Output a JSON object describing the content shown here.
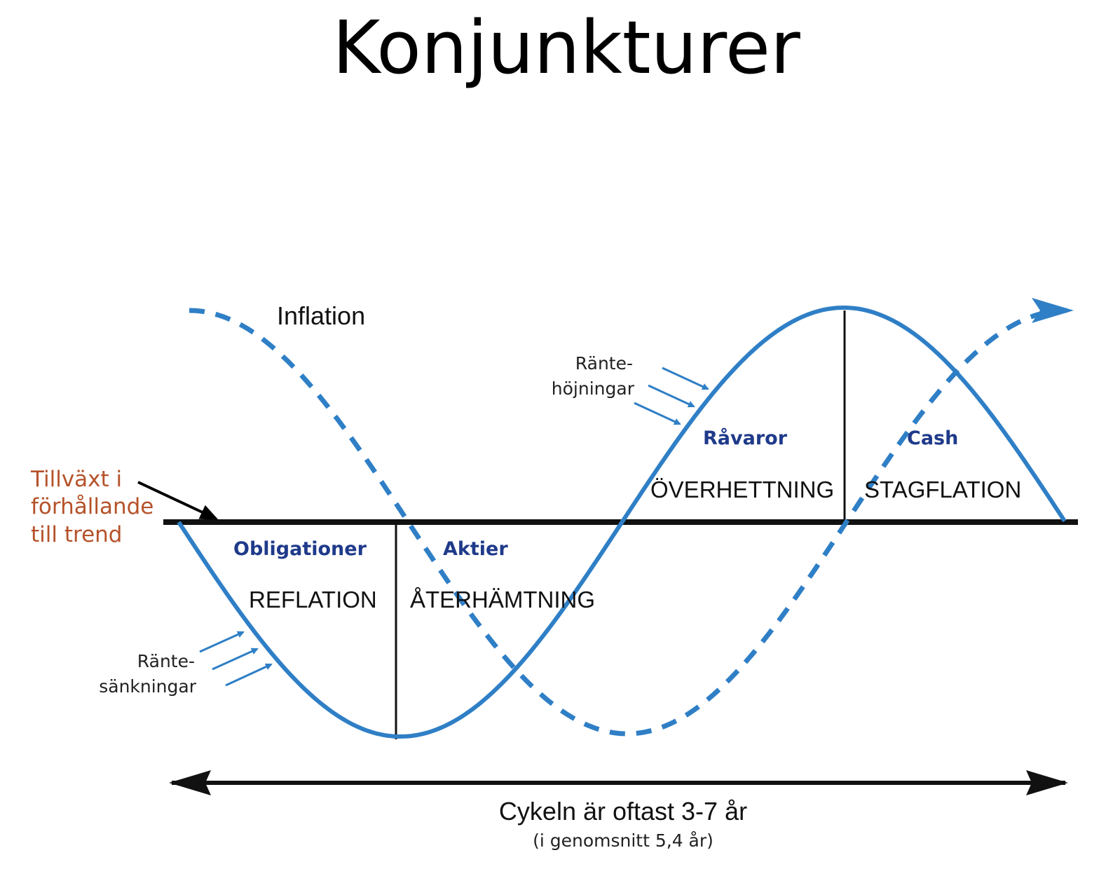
{
  "title": "Konjunkturer",
  "curves": {
    "growth_label": [
      "Tillväxt i",
      "förhållande",
      "till trend"
    ],
    "inflation_label": "Inflation",
    "line_color": "#2f7fc6"
  },
  "assets": {
    "bonds": "Obligationer",
    "stocks": "Aktier",
    "commodities": "Råvaror",
    "cash": "Cash"
  },
  "phases": {
    "reflation": "REFLATION",
    "recovery": "ÅTERHÄMTNING",
    "overheating": "ÖVERHETTNING",
    "stagflation": "STAGFLATION"
  },
  "rates": {
    "hikes": [
      "Ränte-",
      "höjningar"
    ],
    "cuts": [
      "Ränte-",
      "sänkningar"
    ]
  },
  "cycle": {
    "main": "Cykeln är oftast 3-7 år",
    "sub": "(i genomsnitt 5,4 år)"
  }
}
